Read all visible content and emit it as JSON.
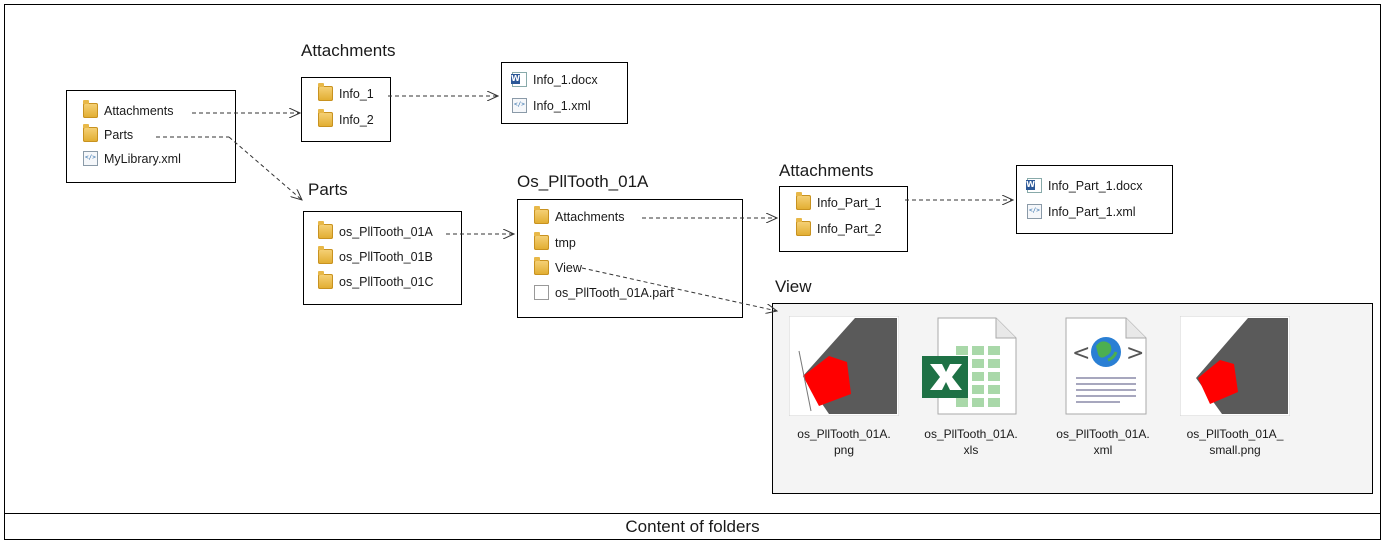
{
  "root": {
    "items": [
      "Attachments",
      "Parts",
      "MyLibrary.xml"
    ]
  },
  "attachments": {
    "heading": "Attachments",
    "items": [
      "Info_1",
      "Info_2"
    ]
  },
  "info1": {
    "items": [
      "Info_1.docx",
      "Info_1.xml"
    ]
  },
  "parts": {
    "heading": "Parts",
    "items": [
      "os_PllTooth_01A",
      "os_PllTooth_01B",
      "os_PllTooth_01C"
    ]
  },
  "part": {
    "heading": "Os_PllTooth_01A",
    "items": [
      "Attachments",
      "tmp",
      "View",
      "os_PllTooth_01A.part"
    ]
  },
  "part_attachments": {
    "heading": "Attachments",
    "items": [
      "Info_Part_1",
      "Info_Part_2"
    ]
  },
  "info_part1": {
    "items": [
      "Info_Part_1.docx",
      "Info_Part_1.xml"
    ]
  },
  "view": {
    "heading": "View",
    "files": [
      {
        "line1": "os_PllTooth_01A.",
        "line2": "png",
        "icon": "png-thumbnail-icon"
      },
      {
        "line1": "os_PllTooth_01A.",
        "line2": "xls",
        "icon": "excel-file-icon"
      },
      {
        "line1": "os_PllTooth_01A.",
        "line2": "xml",
        "icon": "xml-web-file-icon"
      },
      {
        "line1": "os_PllTooth_01A_",
        "line2": "small.png",
        "icon": "png-thumbnail-icon"
      }
    ]
  },
  "caption": "Content of folders",
  "colors": {
    "folder": "#e1ac2e",
    "thumb_gray": "#5a5a5a",
    "thumb_red": "#ff0000",
    "excel_green": "#1e7145"
  }
}
